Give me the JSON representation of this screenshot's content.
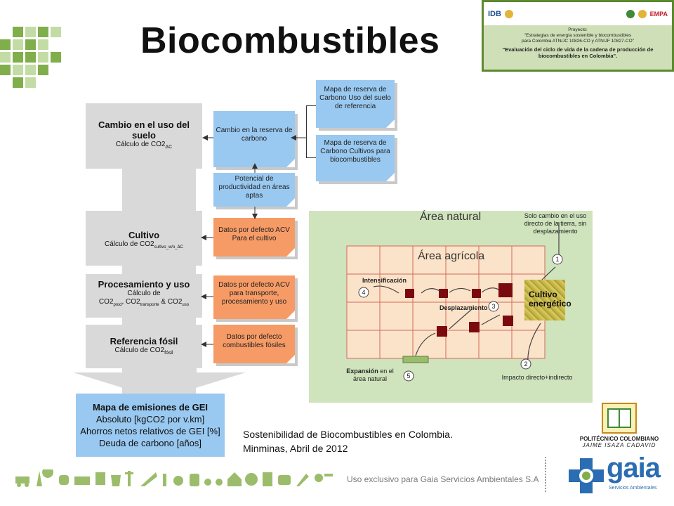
{
  "title": "Biocombustibles",
  "project": {
    "logos": {
      "idb": "IDB",
      "empa": "EMPA"
    },
    "heading": "Proyecto:",
    "line1": "\"Estrategias de energía sostenible y biocombustibles",
    "line2": "para Colombia ATN/JC 10826-CO y ATN/JF 10827-CO\"",
    "highlight": "\"Evaluación del ciclo de vida de la cadena de producción de biocombustibles en Colombia\"."
  },
  "left_column": {
    "cambio": {
      "heading": "Cambio en el uso del suelo",
      "calc": "Cálculo de CO2",
      "sub": "ΔC"
    },
    "cultivo": {
      "heading": "Cultivo",
      "calc": "Cálculo de CO2",
      "sub": "cultivo_w/o_ΔC"
    },
    "procesamiento": {
      "heading": "Procesamiento y uso",
      "calc_label": "Cálculo de",
      "p1": "CO2",
      "s1": "prod",
      "p2": ", CO2",
      "s2": "transporte",
      "p3": " & CO2",
      "s3": "uso"
    },
    "referencia": {
      "heading": "Referencia fósil",
      "calc": "Cálculo de CO2",
      "sub": "fósil"
    },
    "mapa": {
      "heading": "Mapa de emisiones de GEI",
      "line1": "Absoluto [kgCO2 por v.km]",
      "line2": "Ahorros netos relativos de GEI [%]",
      "line3": "Deuda de carbono [años]"
    }
  },
  "middle_column": {
    "cambio_reserva": "Cambio en la reserva de carbono",
    "potencial": "Potencial de productividad en áreas aptas",
    "datos_acv": "Datos por defecto ACV Para el cultivo",
    "datos_proc": "Datos por defecto ACV para transporte, procesamiento y uso",
    "datos_fosil": "Datos por defecto combustibles fósiles"
  },
  "right_column": {
    "mapa_ref": "Mapa de reserva de Carbono Uso del suelo de referencia",
    "mapa_cult": "Mapa de reserva de Carbono Cultivos para biocombustibles"
  },
  "image_panel": {
    "area_natural": "Área natural",
    "area_agricola": "Área agrícola",
    "note": "Solo cambio en el uso directo de la tierra, sin desplazamiento",
    "intensificacion": "Intensificación",
    "desplazamiento": "Desplazamiento",
    "expansion_1": "Expansión",
    "expansion_2": "en el",
    "expansion_3": "área natural",
    "impacto": "Impacto directo+indirecto",
    "cultivo_energetico": "Cultivo energético",
    "num1": "1",
    "num2": "2",
    "num3": "3",
    "num4": "4",
    "num5": "5"
  },
  "caption": {
    "line1": "Sostenibilidad de Biocombustibles en Colombia.",
    "line2": "Minminas, Abril de 2012"
  },
  "politecnico": {
    "name": "POLITÉCNICO COLOMBIANO",
    "sub": "JAIME ISAZA CADAVID"
  },
  "footer": {
    "text": "Uso exclusivo para Gaia Servicios Ambientales S.A",
    "gaia": "gaia",
    "gaia_sub": "Servicios Ambientales"
  },
  "colors": {
    "green": "#7fae4b",
    "blue": "#99c9f1",
    "orange": "#f79b66",
    "gray": "#d9d9d9",
    "dark_red": "#7b0a0f",
    "gaia_blue": "#2a6db2"
  }
}
